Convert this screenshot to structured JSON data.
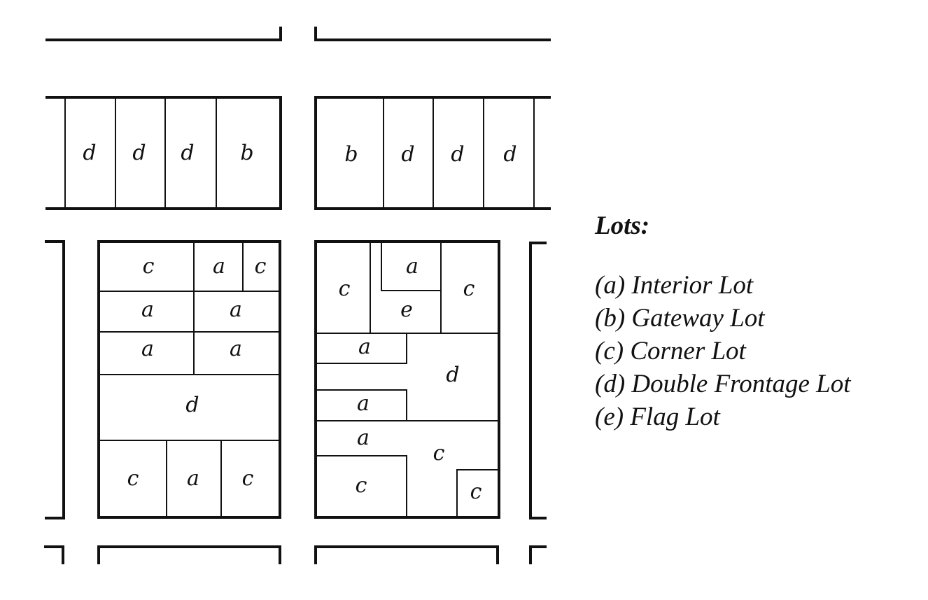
{
  "lot_labels": {
    "top_left": [
      "d",
      "d",
      "d",
      "b"
    ],
    "top_right": [
      "b",
      "d",
      "d",
      "d"
    ],
    "left_block": {
      "row1": [
        "c",
        "a",
        "c"
      ],
      "row2": [
        "a",
        "a"
      ],
      "row3": [
        "a",
        "a"
      ],
      "row4": [
        "d"
      ],
      "row5": [
        "c",
        "a",
        "c"
      ]
    },
    "right_block": {
      "upper": [
        "c",
        "a",
        "e",
        "c"
      ],
      "middle": [
        "a",
        "d",
        "a",
        "a"
      ],
      "lower": [
        "c",
        "c",
        "c"
      ]
    }
  },
  "legend": {
    "title": "Lots:",
    "items": [
      "(a) Interior Lot",
      "(b) Gateway Lot",
      "(c) Corner Lot",
      "(d) Double Frontage Lot",
      "(e) Flag Lot"
    ]
  }
}
